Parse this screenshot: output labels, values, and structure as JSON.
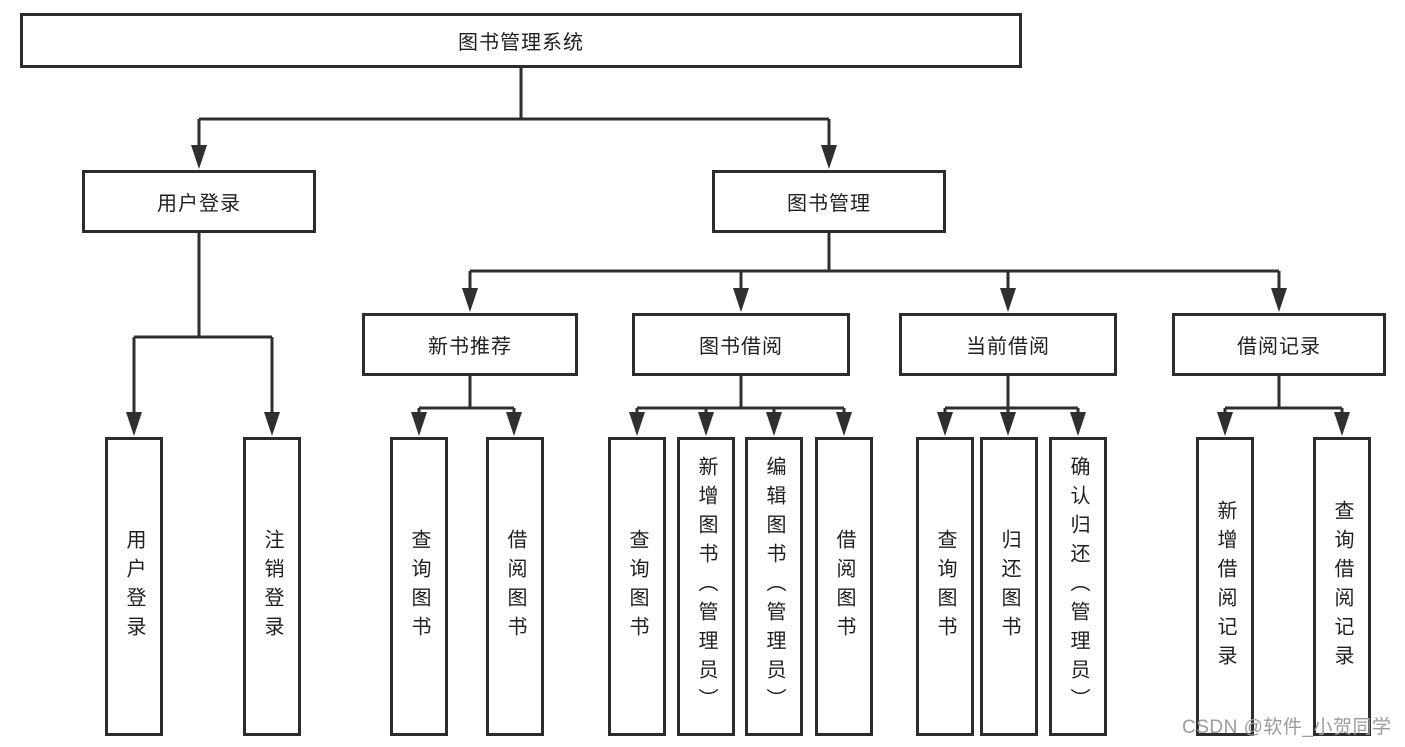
{
  "diagram_title": "图书管理系统",
  "nodes": {
    "root": {
      "label": "图书管理系统"
    },
    "user_login": {
      "label": "用户登录"
    },
    "book_mgmt": {
      "label": "图书管理"
    },
    "new_books": {
      "label": "新书推荐"
    },
    "book_borrow": {
      "label": "图书借阅"
    },
    "current_borrow": {
      "label": "当前借阅"
    },
    "borrow_records": {
      "label": "借阅记录"
    },
    "leaf_user_login": {
      "label": "用户登录"
    },
    "leaf_logout": {
      "label": "注销登录"
    },
    "leaf_nb_query": {
      "label": "查询图书"
    },
    "leaf_nb_borrow": {
      "label": "借阅图书"
    },
    "leaf_bb_query": {
      "label": "查询图书"
    },
    "leaf_bb_add": {
      "label": "新增图书（管理员）"
    },
    "leaf_bb_edit": {
      "label": "编辑图书（管理员）"
    },
    "leaf_bb_borrow": {
      "label": "借阅图书"
    },
    "leaf_cb_query": {
      "label": "查询图书"
    },
    "leaf_cb_return": {
      "label": "归还图书"
    },
    "leaf_cb_confirm": {
      "label": "确认归还（管理员）"
    },
    "leaf_br_add": {
      "label": "新增借阅记录"
    },
    "leaf_br_query": {
      "label": "查询借阅记录"
    }
  },
  "watermark": {
    "text": "CSDN @软件_小贺同学",
    "color": "#9c9c9c"
  },
  "colors": {
    "line": "#2f2f2f",
    "border": "#2c2c2c",
    "text": "#1f1f1f",
    "background": "#ffffff"
  }
}
